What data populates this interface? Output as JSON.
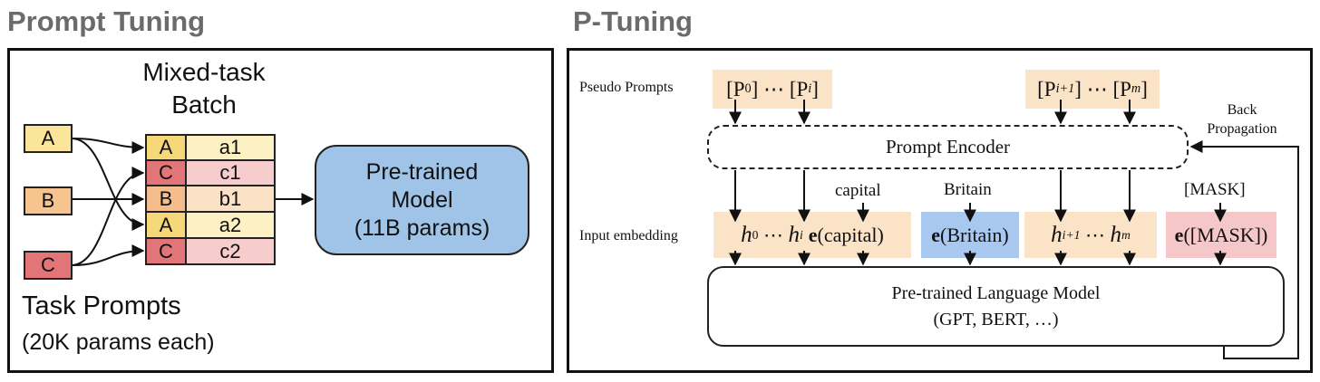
{
  "left_panel": {
    "title": "Prompt Tuning",
    "batch_title_line1": "Mixed-task",
    "batch_title_line2": "Batch",
    "tasks": [
      {
        "label": "A",
        "color": "#fbe59a"
      },
      {
        "label": "B",
        "color": "#f7c38e"
      },
      {
        "label": "C",
        "color": "#e27577"
      }
    ],
    "batch_rows": [
      {
        "task": "A",
        "item": "a1",
        "task_color": "#f6d77a",
        "item_color": "#fdf1c4"
      },
      {
        "task": "C",
        "item": "c1",
        "task_color": "#e27577",
        "item_color": "#f6cccc"
      },
      {
        "task": "B",
        "item": "b1",
        "task_color": "#f4bd8b",
        "item_color": "#fbe2c7"
      },
      {
        "task": "A",
        "item": "a2",
        "task_color": "#f6d77a",
        "item_color": "#fdf1c4"
      },
      {
        "task": "C",
        "item": "c2",
        "task_color": "#e27577",
        "item_color": "#f6cccc"
      }
    ],
    "model_line1": "Pre-trained",
    "model_line2": "Model",
    "model_line3": "(11B params)",
    "model_color": "#9fc4e8",
    "prompts_title": "Task Prompts",
    "prompts_sub": "(20K params each)"
  },
  "right_panel": {
    "title": "P-Tuning",
    "pseudo_label": "Pseudo Prompts",
    "pseudo_1": {
      "a": "[P",
      "a_sub": "0",
      "dots": "] ⋯ [P",
      "b_sub": "i",
      "end": "]"
    },
    "pseudo_2": {
      "a": "[P",
      "a_sub": "i+1",
      "dots": "] ⋯ [P",
      "b_sub": "m",
      "end": "]"
    },
    "back_prop_line1": "Back",
    "back_prop_line2": "Propagation",
    "encoder": "Prompt Encoder",
    "input_label": "Input embedding",
    "word_capital": "capital",
    "word_britain": "Britain",
    "word_mask": "[MASK]",
    "emb_1": {
      "h0": "h",
      "h0_sub": "0",
      "dots": " ⋯ ",
      "hi": "h",
      "hi_sub": "i",
      "e": "e",
      "arg": "(capital)"
    },
    "emb_britain": {
      "e": "e",
      "arg": "(Britain)"
    },
    "emb_2": {
      "h": "h",
      "h_sub": "i+1",
      "dots": " ⋯ ",
      "hm": "h",
      "hm_sub": "m"
    },
    "emb_mask": {
      "e": "e",
      "arg": "([MASK])"
    },
    "lm_line1": "Pre-trained Language Model",
    "lm_line2": "(GPT, BERT, …)",
    "colors": {
      "orange": "#fbe3c7",
      "blue": "#a9c8ef",
      "pink": "#f6c7c9"
    }
  }
}
